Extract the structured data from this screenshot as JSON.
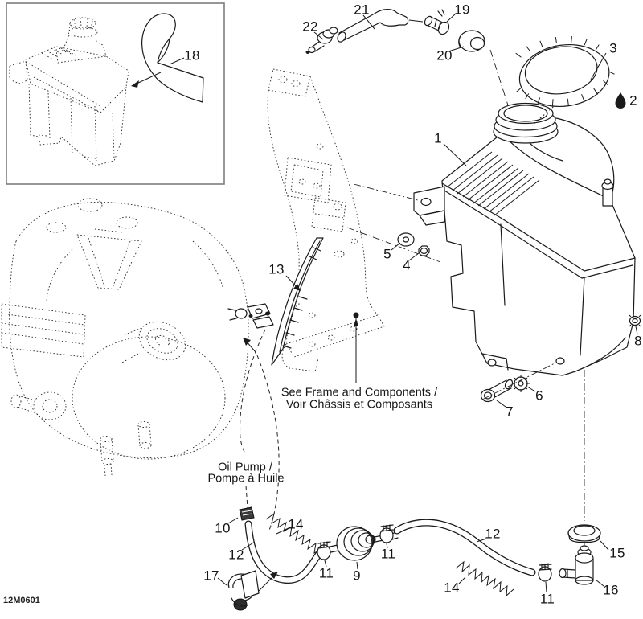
{
  "diagram": {
    "doc_code": "12M0601",
    "notes": {
      "frame_en": "See Frame and Components /",
      "frame_fr": "Voir Châssis et Composants",
      "pump_en": "Oil Pump /",
      "pump_fr": "Pompe à Huile"
    },
    "callouts": {
      "c1": "1",
      "c2": "2",
      "c3": "3",
      "c4": "4",
      "c5": "5",
      "c6": "6",
      "c7": "7",
      "c8": "8",
      "c9": "9",
      "c10": "10",
      "c11a": "11",
      "c11b": "11",
      "c11c": "11",
      "c12a": "12",
      "c12b": "12",
      "c13": "13",
      "c14a": "14",
      "c14b": "14",
      "c15": "15",
      "c16": "16",
      "c17": "17",
      "c18": "18",
      "c19": "19",
      "c20": "20",
      "c21": "21",
      "c22": "22"
    }
  }
}
